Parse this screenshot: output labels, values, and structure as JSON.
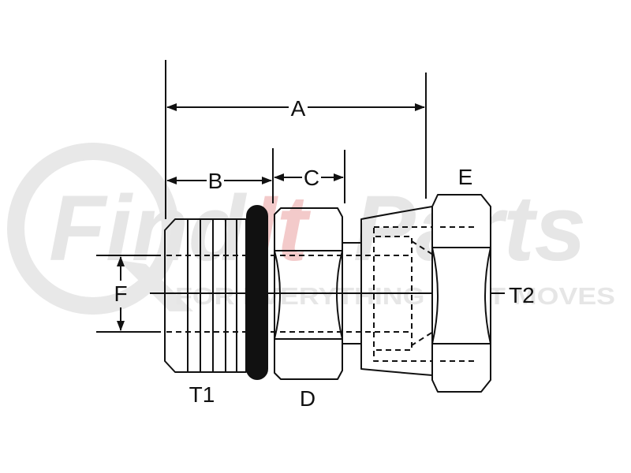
{
  "watermark": {
    "brand_part1": "Find",
    "brand_part2": "It",
    "brand_part3": "Parts",
    "tagline": "FOR EVERYTHING THAT MOVES",
    "brand_gray": "#e6e6e6",
    "brand_red": "#f3caca"
  },
  "labels": {
    "A": "A",
    "B": "B",
    "C": "C",
    "D": "D",
    "E": "E",
    "F": "F",
    "T1": "T1",
    "T2": "T2"
  },
  "colors": {
    "line": "#111111",
    "background": "#ffffff"
  }
}
